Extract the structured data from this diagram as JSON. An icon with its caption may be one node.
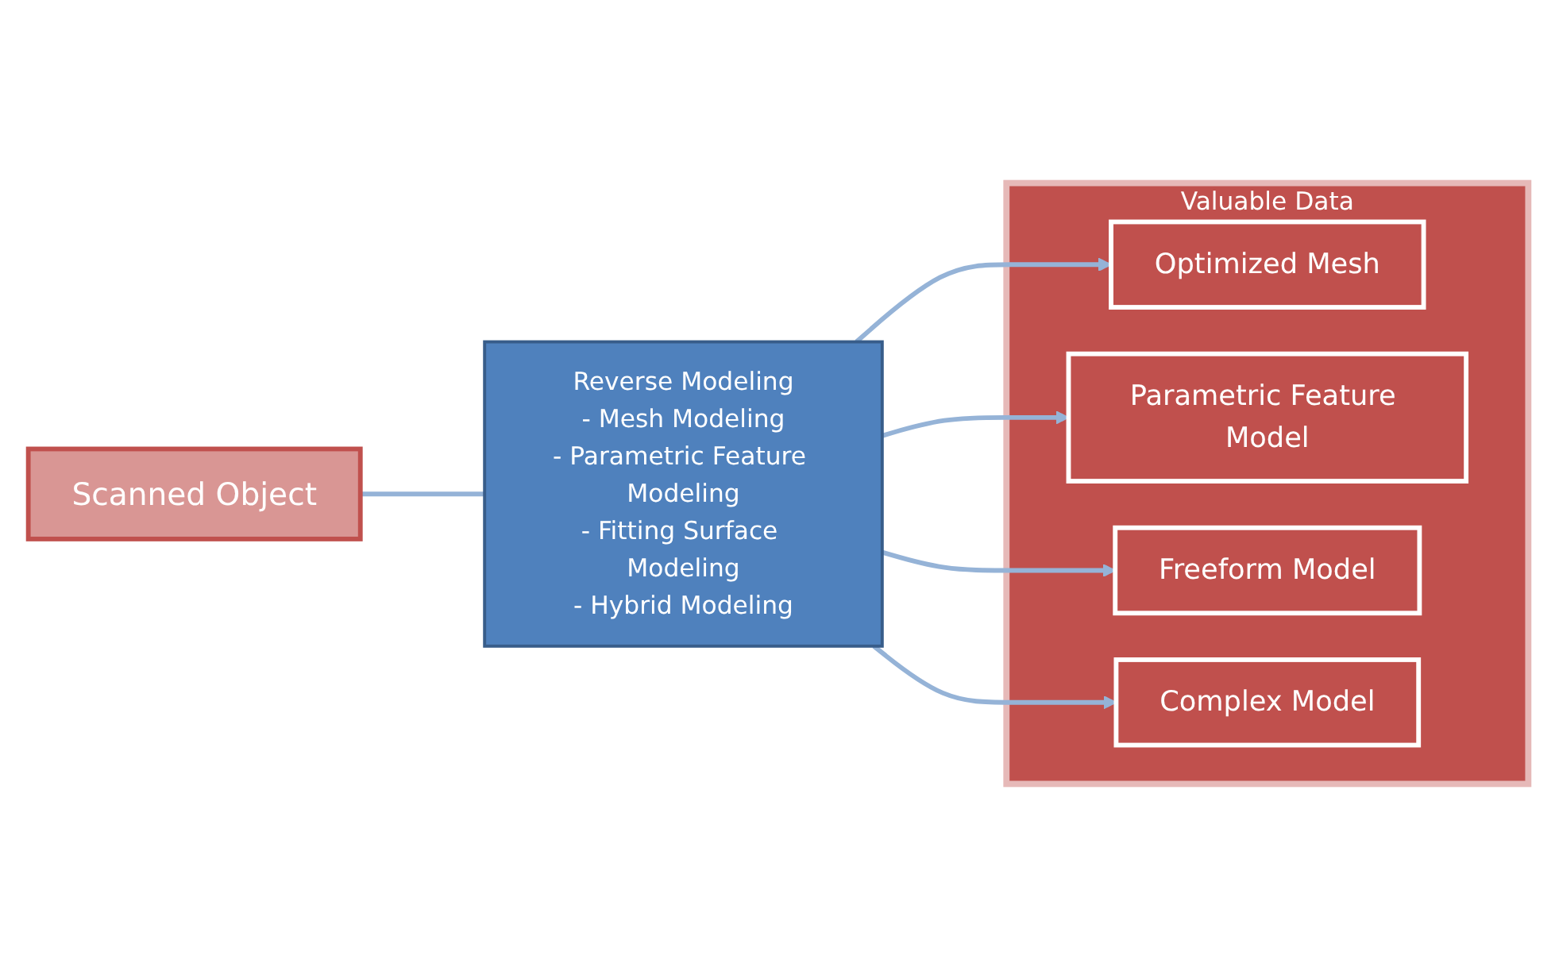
{
  "diagram": {
    "nodes": [
      {
        "text": [
          "Scanned Object"
        ]
      },
      {
        "text": [
          "Reverse Modeling",
          "- Mesh Modeling",
          "- Parametric Feature Modeling",
          "- Fitting Surface Modeling",
          "- Hybrid Modeling"
        ]
      },
      {
        "text": [
          "Valuable Data"
        ]
      },
      {
        "text": [
          "Optimized Mesh"
        ],
        "in": 2
      },
      {
        "text": [
          "Parametric Feature Model"
        ],
        "in": 2
      },
      {
        "text": [
          "Freeform Model"
        ],
        "in": 2
      },
      {
        "text": [
          "Complex Model"
        ],
        "in": 2
      }
    ],
    "edges": [
      {
        "from": 0,
        "to": 1,
        "arrow": "none"
      },
      {
        "from": 1,
        "to": 3,
        "arrow": "to"
      },
      {
        "from": 1,
        "to": 4,
        "arrow": "to"
      },
      {
        "from": 1,
        "to": 5,
        "arrow": "to"
      },
      {
        "from": 1,
        "to": 6,
        "arrow": "to"
      }
    ]
  }
}
